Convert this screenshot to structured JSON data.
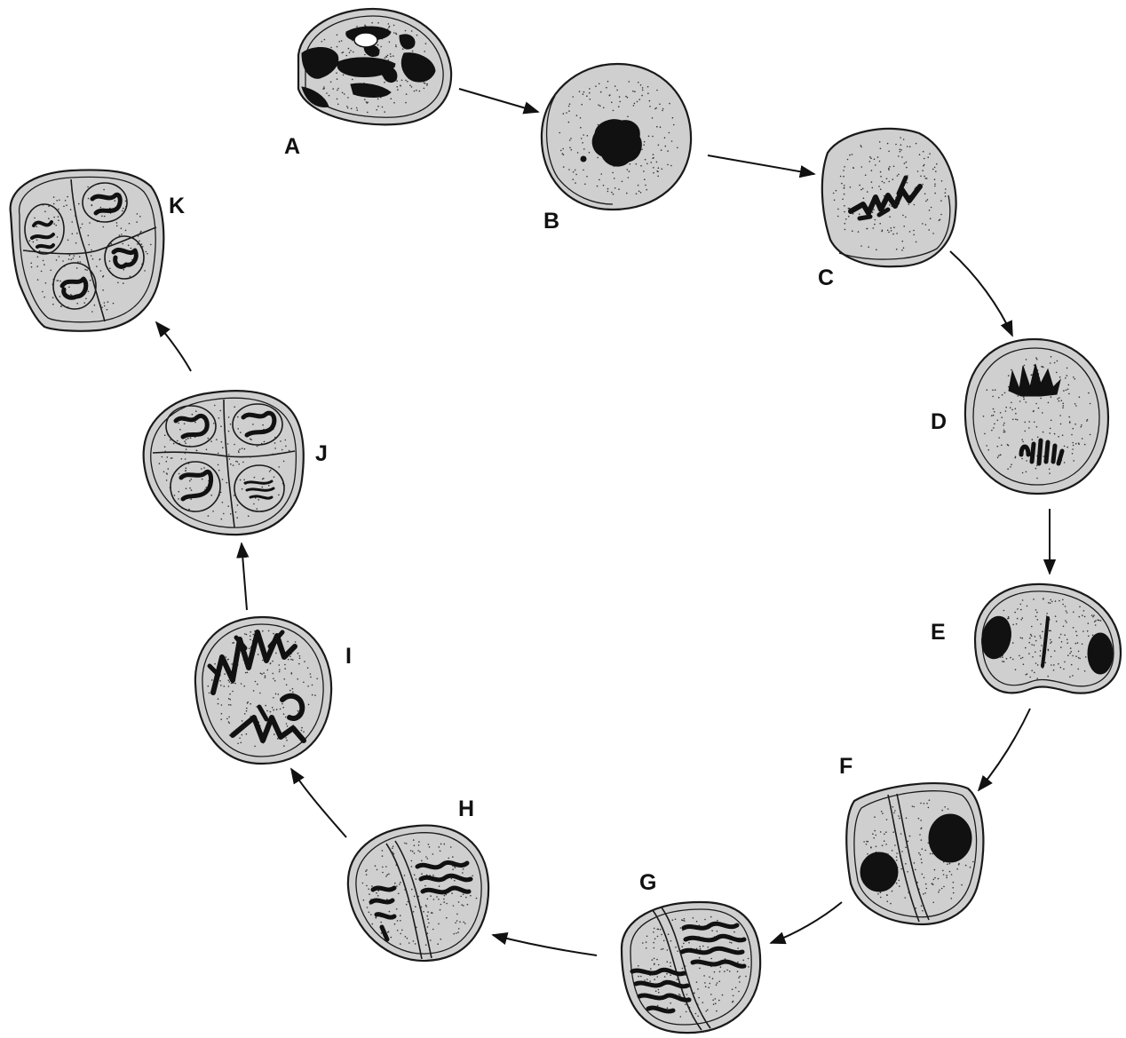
{
  "stages": [
    {
      "id": "A",
      "label": "A"
    },
    {
      "id": "B",
      "label": "B"
    },
    {
      "id": "C",
      "label": "C"
    },
    {
      "id": "D",
      "label": "D"
    },
    {
      "id": "E",
      "label": "E"
    },
    {
      "id": "F",
      "label": "F"
    },
    {
      "id": "G",
      "label": "G"
    },
    {
      "id": "H",
      "label": "H"
    },
    {
      "id": "I",
      "label": "I"
    },
    {
      "id": "J",
      "label": "J"
    },
    {
      "id": "K",
      "label": "K"
    }
  ],
  "sequence": [
    "A",
    "B",
    "C",
    "D",
    "E",
    "F",
    "G",
    "H",
    "I",
    "J",
    "K"
  ],
  "colors": {
    "cytoplasm": "#cfcfcf",
    "outline": "#1a1a1a",
    "chromatin": "#111111",
    "background": "#ffffff"
  }
}
